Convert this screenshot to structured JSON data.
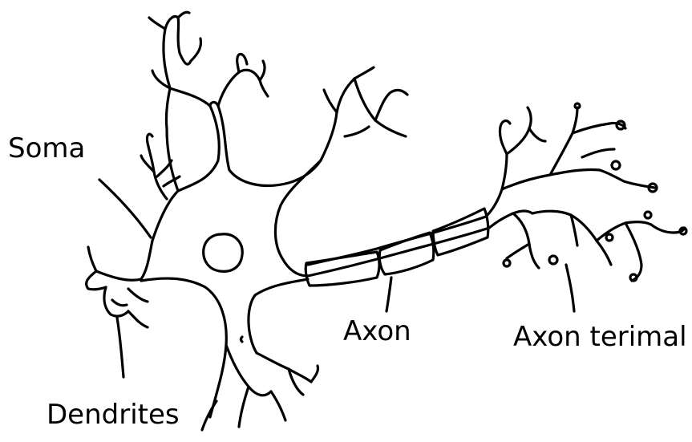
{
  "labels": {
    "soma": "Soma",
    "dendrites": "Dendrites",
    "axon": "Axon",
    "axon_terminal": "Axon terimal"
  },
  "colors": {
    "stroke": "#000000",
    "background": "#ffffff"
  }
}
